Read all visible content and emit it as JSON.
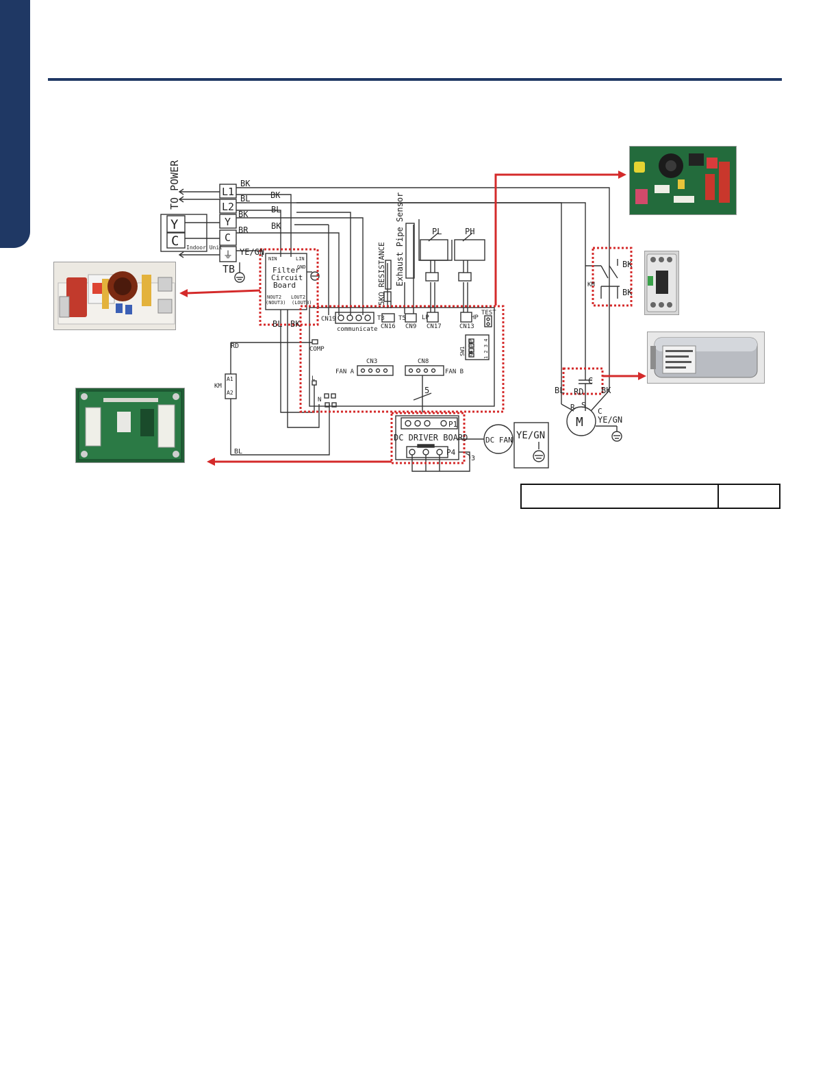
{
  "colors": {
    "brand_navy": "#1f3864",
    "wire": "#333333",
    "highlight_red": "#d42a2a",
    "pcb_green": "#1f6b3a",
    "pcb_green_light": "#2f8a4d"
  },
  "labels": {
    "to_power": "TO POWER",
    "tb": "TB",
    "indoor_unit": "Indoor Unit",
    "term_l1": "L1",
    "term_l2": "L2",
    "term_y": "Y",
    "term_c": "C",
    "term_yegn": "YE/GN",
    "block_y": "Y",
    "block_c": "C",
    "wire_bk": "BK",
    "wire_bl": "BL",
    "wire_br": "BR",
    "wire_rd": "RD",
    "filter_line1": "Filter",
    "filter_line2": "Circuit",
    "filter_line3": "Board",
    "filter_nin": "NIN",
    "filter_lin": "LIN",
    "filter_gnd": "GND",
    "filter_nout": "NOUT2",
    "filter_lout": "LOUT2",
    "filter_nout3": "(NOUT3)",
    "filter_lout3": "(LOUT3)",
    "cn19": "CN19",
    "communicate": "communicate",
    "resistance": "5KΩ RESISTANCE",
    "exhaust": "Exhaust Pipe Sensor",
    "t3": "T3",
    "cn16": "CN16",
    "t5": "T5",
    "cn9": "CN9",
    "lp": "LP",
    "cn17": "CN17",
    "hp": "HP",
    "cn13": "CN13",
    "pl": "PL",
    "ph": "PH",
    "test": "TEST",
    "sw1": "SW1",
    "on_dip": "ON DIP",
    "dip_nums": "1 2 3 4",
    "comp": "COMP",
    "cn3": "CN3",
    "cn8": "CN8",
    "fan_a": "FAN  A",
    "fan_b": "FAN  B",
    "five": "5",
    "km": "KM",
    "a1": "A1",
    "a2": "A2",
    "l": "L",
    "n": "N",
    "dc_driver": "DC  DRIVER  BOARD",
    "p1": "P1",
    "p4": "P4",
    "dc_fan": "DC FAN",
    "three": "3",
    "cap_c": "C",
    "motor_m": "M",
    "motor_r": "R",
    "motor_s": "S",
    "motor_c": "C",
    "motor_rd": "RD"
  }
}
